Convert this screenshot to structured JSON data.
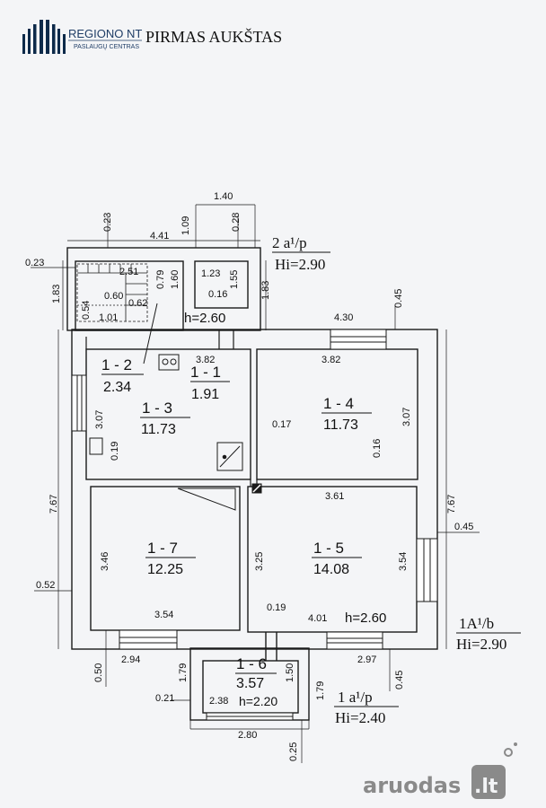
{
  "header": {
    "logo_name": "REGIONO NT",
    "logo_sub": "PASLAUGŲ CENTRAS",
    "title": "PIRMAS AUKŠTAS"
  },
  "rooms": [
    {
      "id": "1 - 1",
      "area": "1.91"
    },
    {
      "id": "1 - 2",
      "area": "2.34"
    },
    {
      "id": "1 - 3",
      "area": "11.73"
    },
    {
      "id": "1 - 4",
      "area": "11.73"
    },
    {
      "id": "1 - 5",
      "area": "14.08"
    },
    {
      "id": "1 - 6",
      "area": "3.57"
    },
    {
      "id": "1 - 7",
      "area": "12.25"
    }
  ],
  "tags": {
    "upper_class": "2 a¹/p",
    "upper_hi": "Hi=2.90",
    "main_class": "1A¹/b",
    "main_hi": "Hi=2.90",
    "porch_class": "1 a¹/p",
    "porch_hi": "Hi=2.40"
  },
  "heights": {
    "h_annex": "h=2.60",
    "h_main": "h=2.60",
    "h_porch": "h=2.20"
  },
  "dimensions": {
    "d_1_40": "1.40",
    "d_0_23_top": "0.23",
    "d_4_41": "4.41",
    "d_1_09": "1.09",
    "d_0_28": "0.28",
    "d_0_23_left": "0.23",
    "d_2_51": "2.51",
    "d_0_79": "0.79",
    "d_1_60": "1.60",
    "d_1_23": "1.23",
    "d_1_55": "1.55",
    "d_1_83_left": "1.83",
    "d_1_83_right": "1.83",
    "d_0_60": "0.60",
    "d_0_62": "0.62",
    "d_0_54": "0.54",
    "d_1_01": "1.01",
    "d_0_16_top": "0.16",
    "d_0_45_top": "0.45",
    "d_4_30": "4.30",
    "d_3_82_a": "3.82",
    "d_3_82_b": "3.82",
    "d_3_07_left": "3.07",
    "d_3_07_right": "3.07",
    "d_0_17": "0.17",
    "d_0_19_a": "0.19",
    "d_0_16_b": "0.16",
    "d_7_67_left": "7.67",
    "d_7_67_right": "7.67",
    "d_3_61": "3.61",
    "d_0_45_mid": "0.45",
    "d_3_46": "3.46",
    "d_3_25": "3.25",
    "d_3_54_right": "3.54",
    "d_0_52": "0.52",
    "d_3_54_bottom": "3.54",
    "d_0_19_b": "0.19",
    "d_4_01": "4.01",
    "d_0_50": "0.50",
    "d_2_94": "2.94",
    "d_2_97": "2.97",
    "d_1_79_a": "1.79",
    "d_1_50": "1.50",
    "d_0_45_bot": "0.45",
    "d_1_79_b": "1.79",
    "d_0_21": "0.21",
    "d_2_38": "2.38",
    "d_2_80": "2.80",
    "d_0_25": "0.25"
  },
  "watermark": {
    "text": "aruodas",
    "suffix": ".lt",
    "color": "#8a8a8a"
  }
}
